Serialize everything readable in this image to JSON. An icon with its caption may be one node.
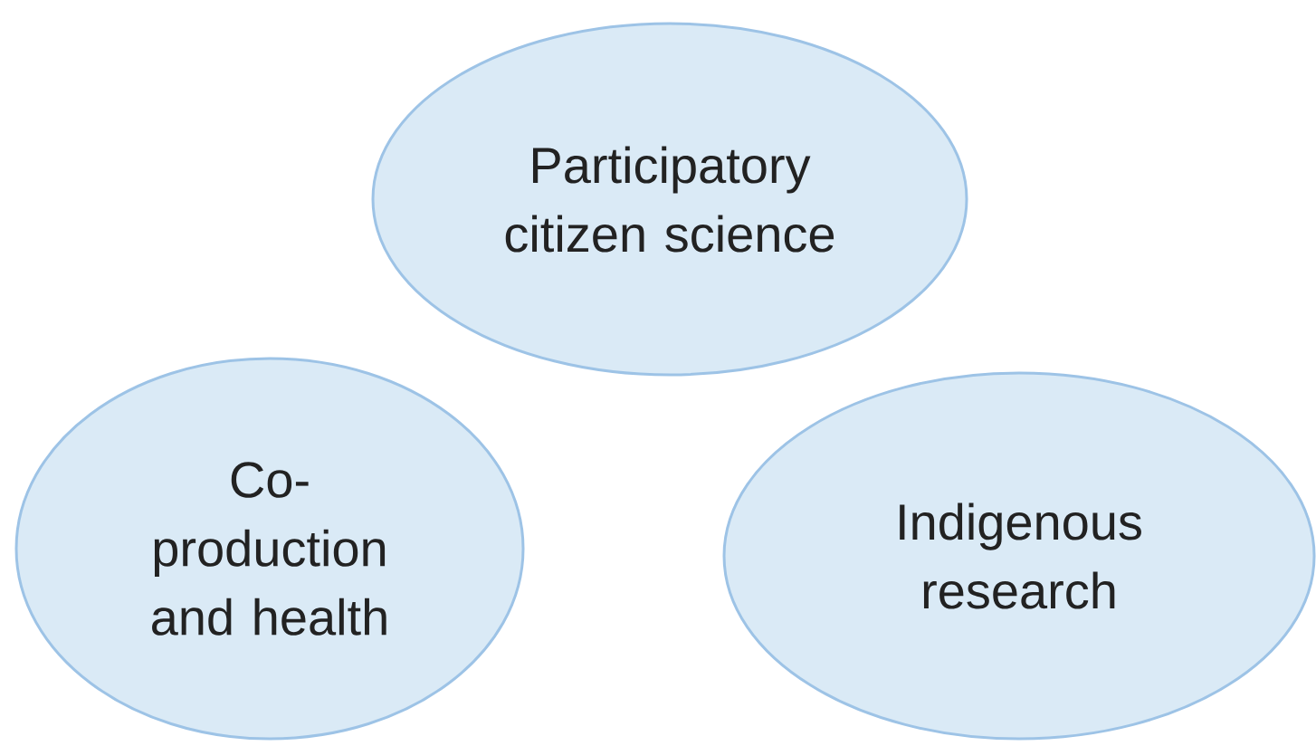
{
  "diagram": {
    "nodes": [
      {
        "text": [
          "Participatory citizen science"
        ]
      },
      {
        "text": [
          "Co- production and health"
        ]
      },
      {
        "text": [
          "Indigenous research"
        ]
      }
    ]
  }
}
